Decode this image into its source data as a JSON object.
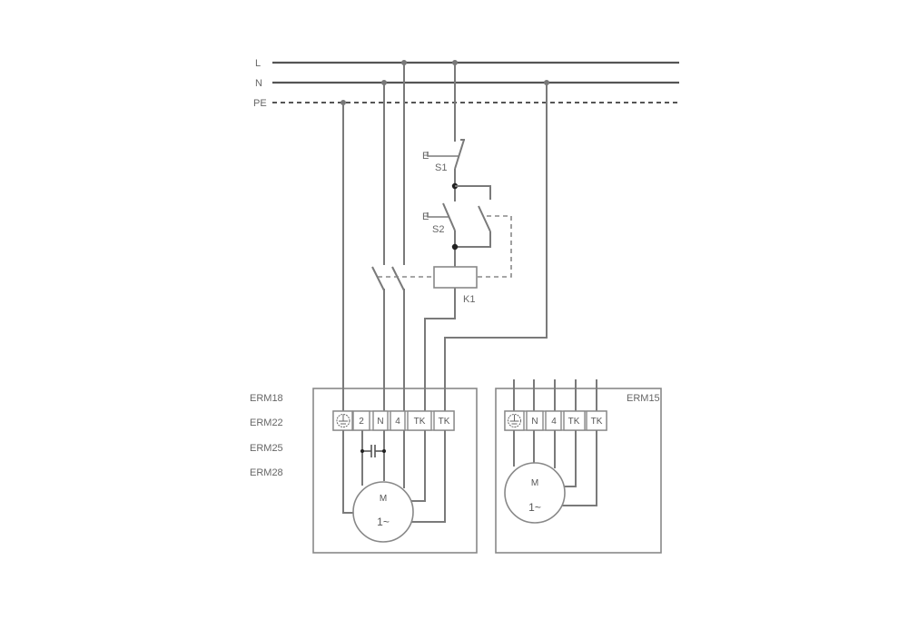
{
  "bus_labels": {
    "l": "L",
    "n": "N",
    "pe": "PE"
  },
  "components": {
    "s1": "S1",
    "s2": "S2",
    "k1": "K1",
    "e1": "E",
    "e2": "E"
  },
  "left_unit": {
    "models": [
      "ERM18",
      "ERM22",
      "ERM25",
      "ERM28"
    ],
    "terminals": [
      "2",
      "N",
      "4",
      "TK",
      "TK"
    ],
    "motor": {
      "symbol": "M",
      "phase": "1~"
    }
  },
  "right_unit": {
    "models": [
      "ERM15"
    ],
    "terminals": [
      "N",
      "4",
      "TK",
      "TK"
    ],
    "motor": {
      "symbol": "M",
      "phase": "1~"
    }
  }
}
